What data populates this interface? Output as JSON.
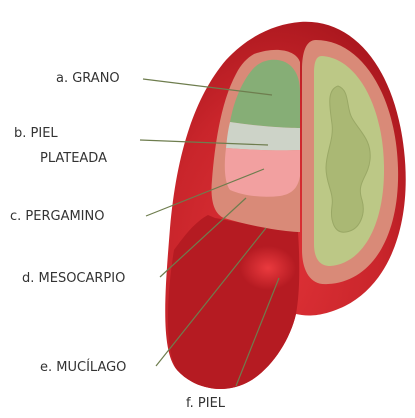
{
  "labels": {
    "grano": "a. GRANO",
    "piel_plateada_1": "b.  PIEL",
    "piel_plateada_2": "PLATEADA",
    "pergamino": "c.  PERGAMINO",
    "mesocarpio": "d.  MESOCARPIO",
    "mucilago": "e.  MUCÍLAGO",
    "piel": "f.  PIEL"
  },
  "colors": {
    "skin_dark": "#a8141c",
    "skin": "#cc2a30",
    "skin_highlight": "#e8383c",
    "mucilage_ring": "#d98a78",
    "seed": "#bcc886",
    "seed_inner": "#aab874",
    "grain": "#86ae76",
    "silver_skin": "#cdd3c8",
    "parchment": "#f2a0a0",
    "leader": "#6e7d4e"
  }
}
